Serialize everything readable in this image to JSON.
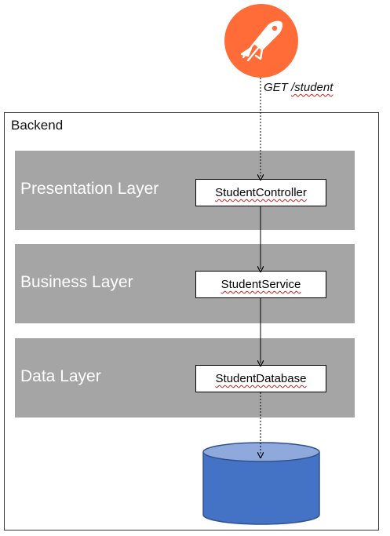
{
  "request": {
    "method": "GET",
    "path": "/student"
  },
  "backend": {
    "title": "Backend"
  },
  "layers": [
    {
      "name": "Presentation Layer",
      "component": "StudentController"
    },
    {
      "name": "Business Layer",
      "component": "StudentService"
    },
    {
      "name": "Data Layer",
      "component": "StudentDatabase"
    }
  ],
  "icons": {
    "client": "postman-icon",
    "storage": "database-cylinder-icon"
  },
  "colors": {
    "postman_orange": "#ff6c37",
    "layer_gray": "#a5a5a5",
    "database_blue": "#4472c4",
    "database_top": "#8fa9dc"
  }
}
